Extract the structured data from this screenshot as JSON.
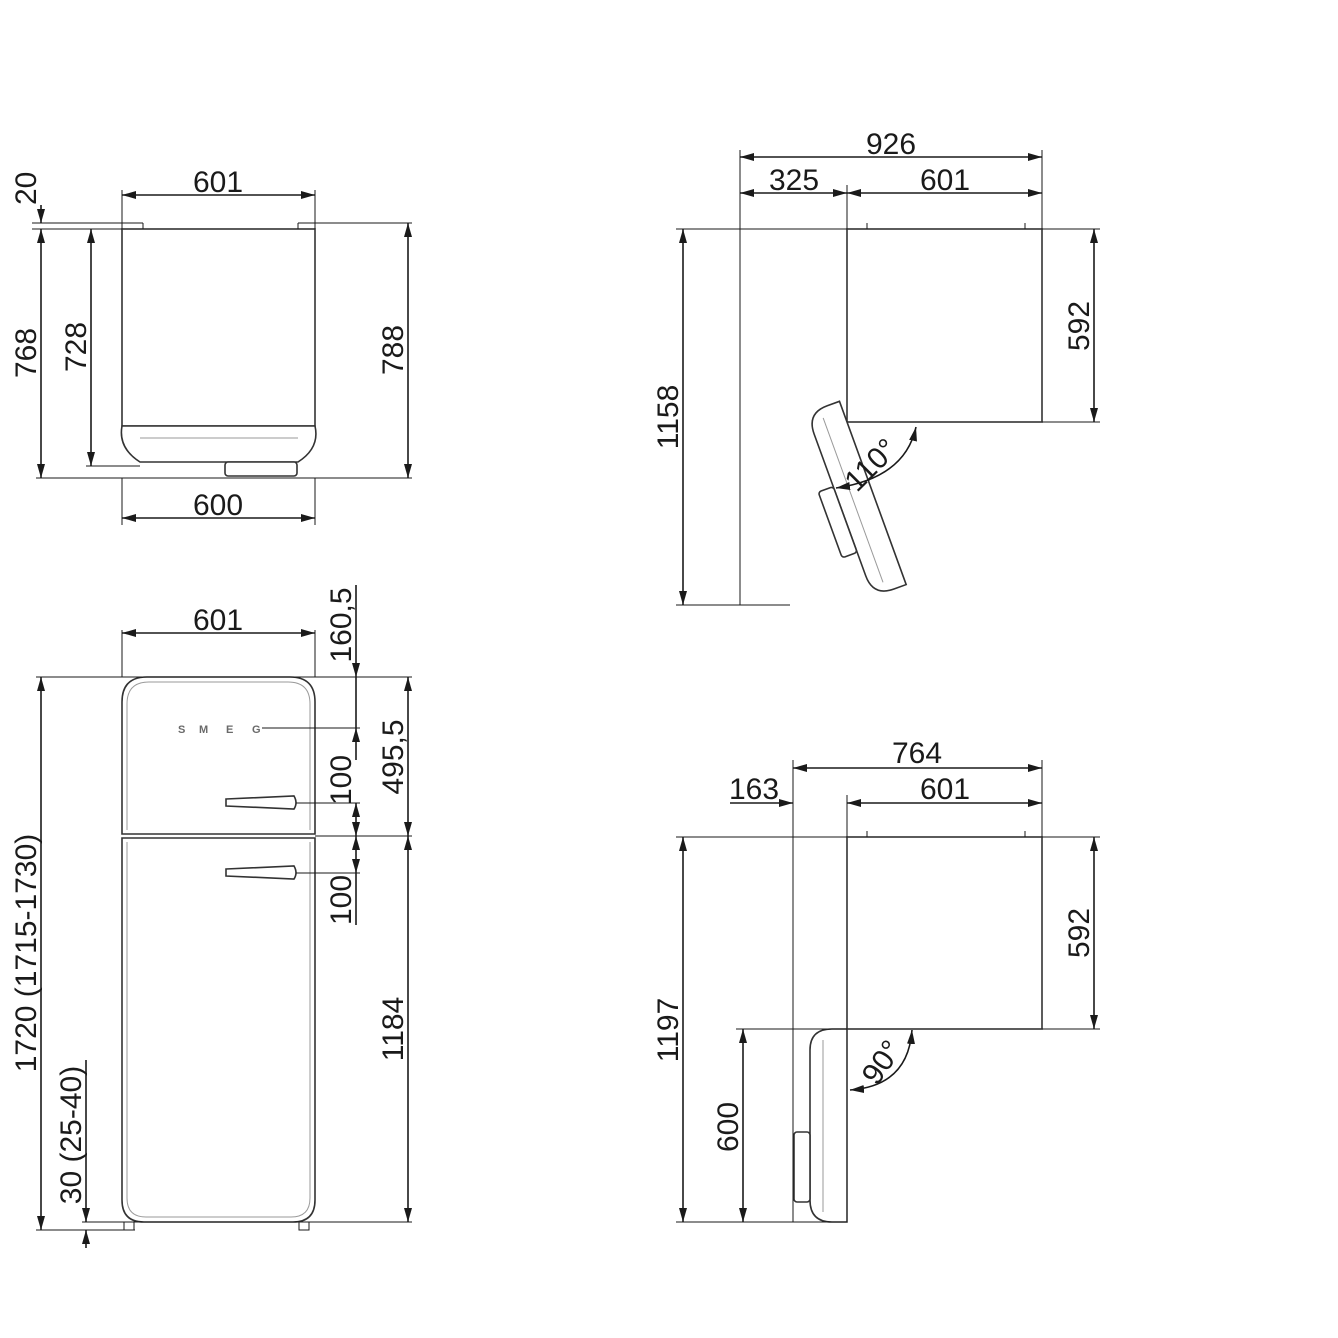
{
  "dimensions": {
    "top_left": {
      "width_top": "601",
      "gap": "20",
      "depth_total": "768",
      "depth_body": "728",
      "depth_open": "788",
      "width_bottom": "600"
    },
    "front": {
      "width": "601",
      "height": "1720 (1715-1730)",
      "top_offset": "160,5",
      "freezer_height": "495,5",
      "handle_upper": "100",
      "handle_lower": "100",
      "fridge_height": "1184",
      "feet": "30 (25-40)",
      "logo": "SMEG"
    },
    "top_right": {
      "total_width": "926",
      "door_swing": "325",
      "width": "601",
      "depth": "592",
      "total_depth": "1158",
      "angle": "110°"
    },
    "bottom_right": {
      "total_width": "764",
      "door_swing": "163",
      "width": "601",
      "depth": "592",
      "total_depth": "1197",
      "door_depth": "600",
      "angle": "90°"
    }
  }
}
